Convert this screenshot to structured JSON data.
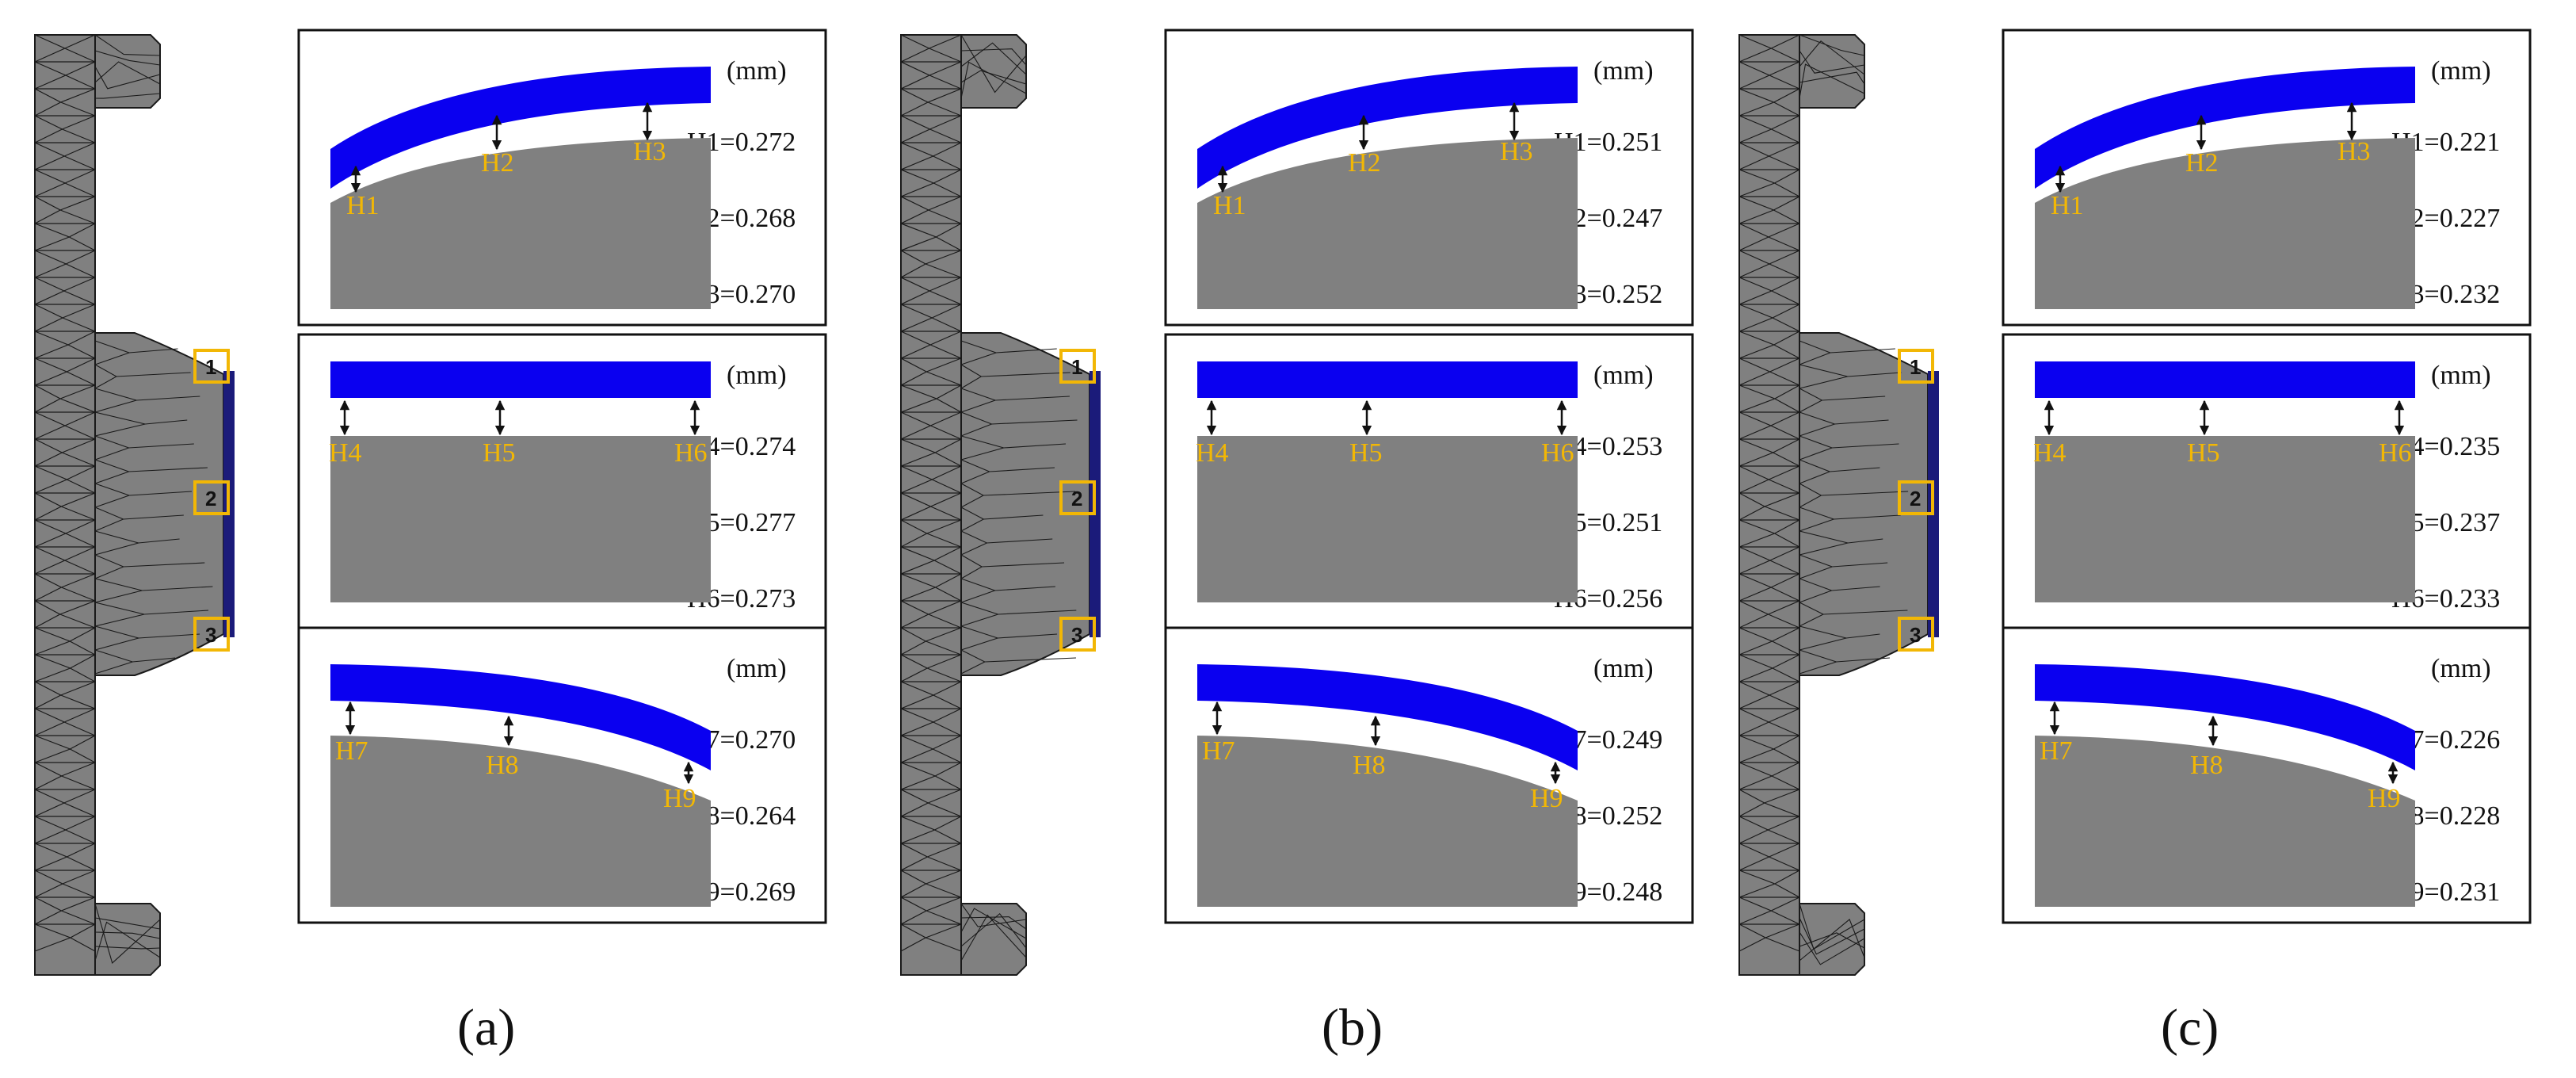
{
  "colors": {
    "film": "#0a00f0",
    "substrate": "#808080",
    "mesh": "#808080",
    "marker": "#f2b705",
    "label": "#f2b705",
    "frame": "#111111"
  },
  "unit": "(mm)",
  "markers": [
    "1",
    "2",
    "3"
  ],
  "gap_labels": [
    "H1",
    "H2",
    "H3",
    "H4",
    "H5",
    "H6",
    "H7",
    "H8",
    "H9"
  ],
  "columns": [
    {
      "caption": "(a)",
      "panels": [
        {
          "values": [
            "H1=0.272",
            "H2=0.268",
            "H3=0.270"
          ]
        },
        {
          "values": [
            "H4=0.274",
            "H5=0.277",
            "H6=0.273"
          ]
        },
        {
          "values": [
            "H7=0.270",
            "H8=0.264",
            "H9=0.269"
          ]
        }
      ]
    },
    {
      "caption": "(b)",
      "panels": [
        {
          "values": [
            "H1=0.251",
            "H2=0.247",
            "H3=0.252"
          ]
        },
        {
          "values": [
            "H4=0.253",
            "H5=0.251",
            "H6=0.256"
          ]
        },
        {
          "values": [
            "H7=0.249",
            "H8=0.252",
            "H9=0.248"
          ]
        }
      ]
    },
    {
      "caption": "(c)",
      "panels": [
        {
          "values": [
            "H1=0.221",
            "H2=0.227",
            "H3=0.232"
          ]
        },
        {
          "values": [
            "H4=0.235",
            "H5=0.237",
            "H6=0.233"
          ]
        },
        {
          "values": [
            "H7=0.226",
            "H8=0.228",
            "H9=0.231"
          ]
        }
      ]
    }
  ]
}
